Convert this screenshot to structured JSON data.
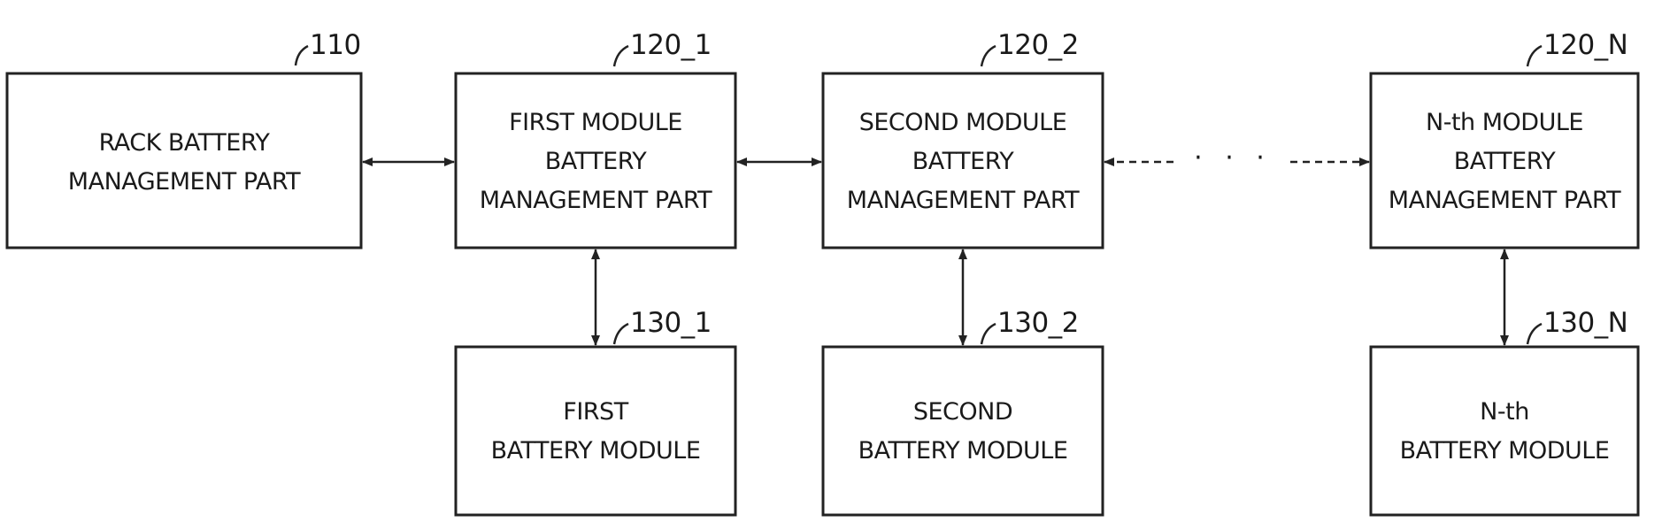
{
  "blocks": {
    "rack_bms": {
      "ref": "110",
      "lines": [
        "RACK BATTERY",
        "MANAGEMENT PART"
      ]
    },
    "module_bms_1": {
      "ref": "120_1",
      "lines": [
        "FIRST MODULE",
        "BATTERY",
        "MANAGEMENT PART"
      ]
    },
    "module_bms_2": {
      "ref": "120_2",
      "lines": [
        "SECOND MODULE",
        "BATTERY",
        "MANAGEMENT PART"
      ]
    },
    "module_bms_n": {
      "ref": "120_N",
      "lines": [
        "N-th MODULE",
        "BATTERY",
        "MANAGEMENT PART"
      ]
    },
    "battery_module_1": {
      "ref": "130_1",
      "lines": [
        "FIRST",
        "BATTERY MODULE"
      ]
    },
    "battery_module_2": {
      "ref": "130_2",
      "lines": [
        "SECOND",
        "BATTERY MODULE"
      ]
    },
    "battery_module_n": {
      "ref": "130_N",
      "lines": [
        "N-th",
        "BATTERY MODULE"
      ]
    }
  },
  "ellipsis": "· · ·"
}
